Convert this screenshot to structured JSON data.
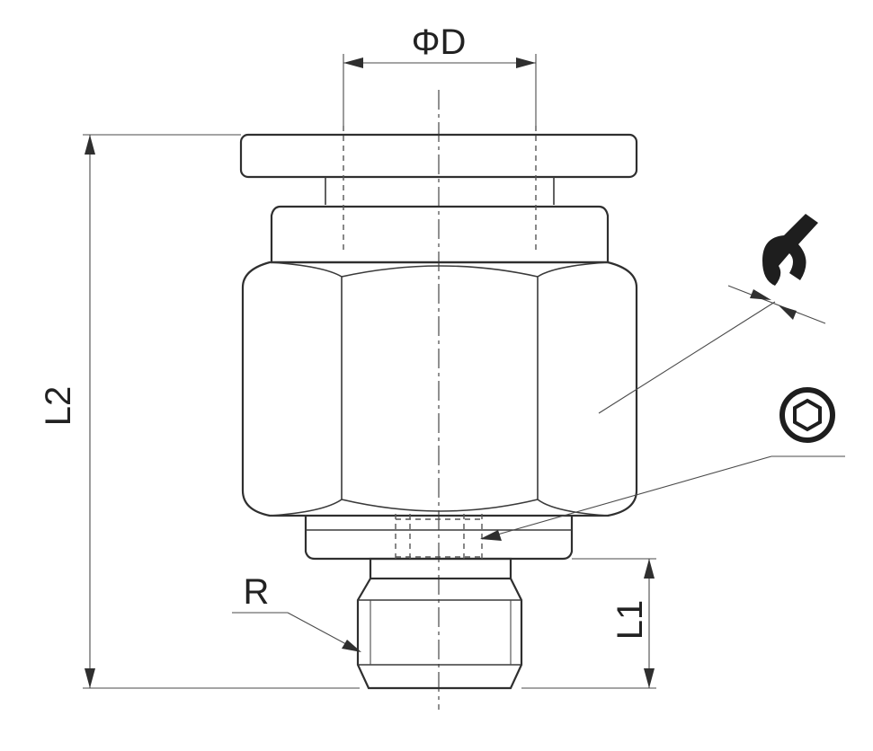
{
  "labels": {
    "diameter": "ΦD",
    "overall_length": "L2",
    "thread_length": "L1",
    "thread": "R"
  },
  "symbols": {
    "wrench": "wrench-icon",
    "hex_key": "hex-socket-icon"
  },
  "colors": {
    "line": "#2f2f2f",
    "background": "#ffffff"
  }
}
